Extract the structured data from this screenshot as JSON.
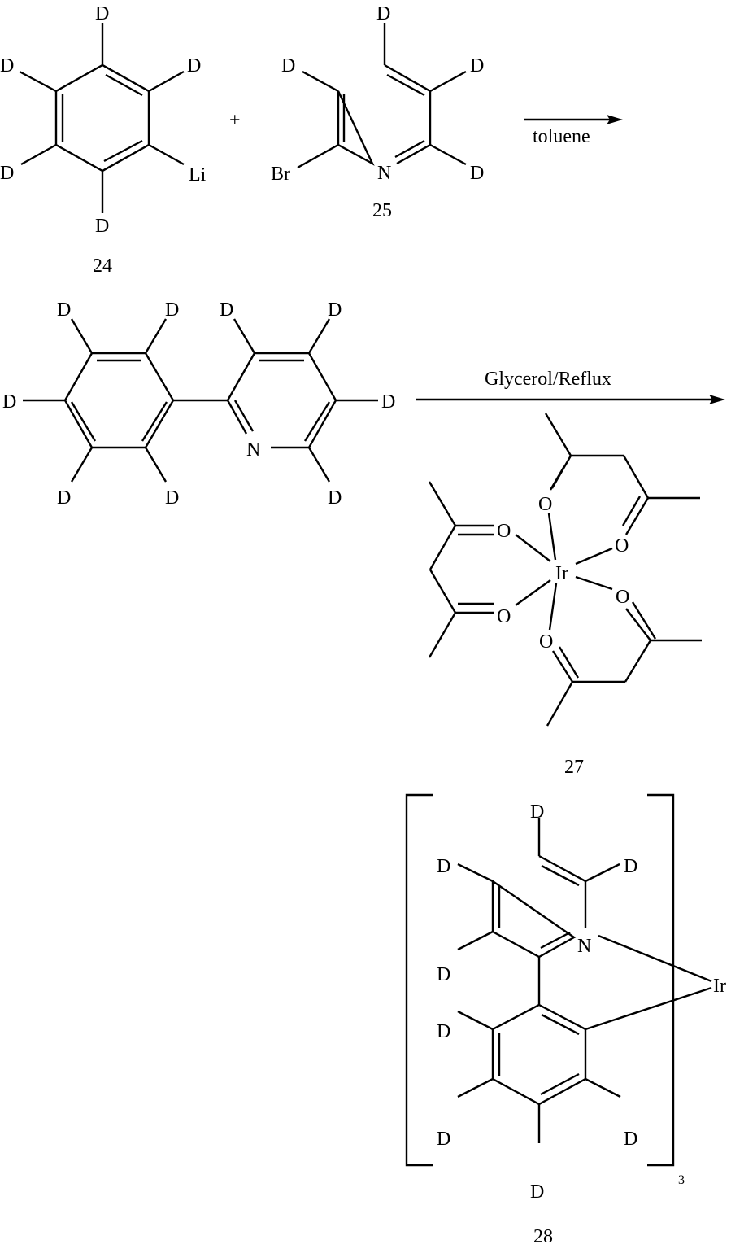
{
  "scheme": {
    "step1": {
      "reactant_a": {
        "id": "24",
        "substituent": "Li",
        "atoms": [
          "D",
          "D",
          "D",
          "D",
          "D"
        ]
      },
      "plus": "+",
      "reactant_b": {
        "id": "25",
        "substituent": "Br",
        "heteroatom": "N",
        "atoms": [
          "D",
          "D",
          "D",
          "D"
        ]
      },
      "arrow_label": "toluene"
    },
    "step2": {
      "intermediate": {
        "heteroatom": "N",
        "atoms": [
          "D",
          "D",
          "D",
          "D",
          "D",
          "D",
          "D",
          "D",
          "D"
        ]
      },
      "arrow_label": "Glycerol/Reflux",
      "reagent": {
        "id": "27",
        "metal": "Ir",
        "oxygen": "O"
      }
    },
    "product": {
      "id": "28",
      "metal": "Ir",
      "heteroatom": "N",
      "subscript": "3",
      "atoms": [
        "D",
        "D",
        "D",
        "D",
        "D",
        "D",
        "D",
        "D"
      ]
    }
  }
}
